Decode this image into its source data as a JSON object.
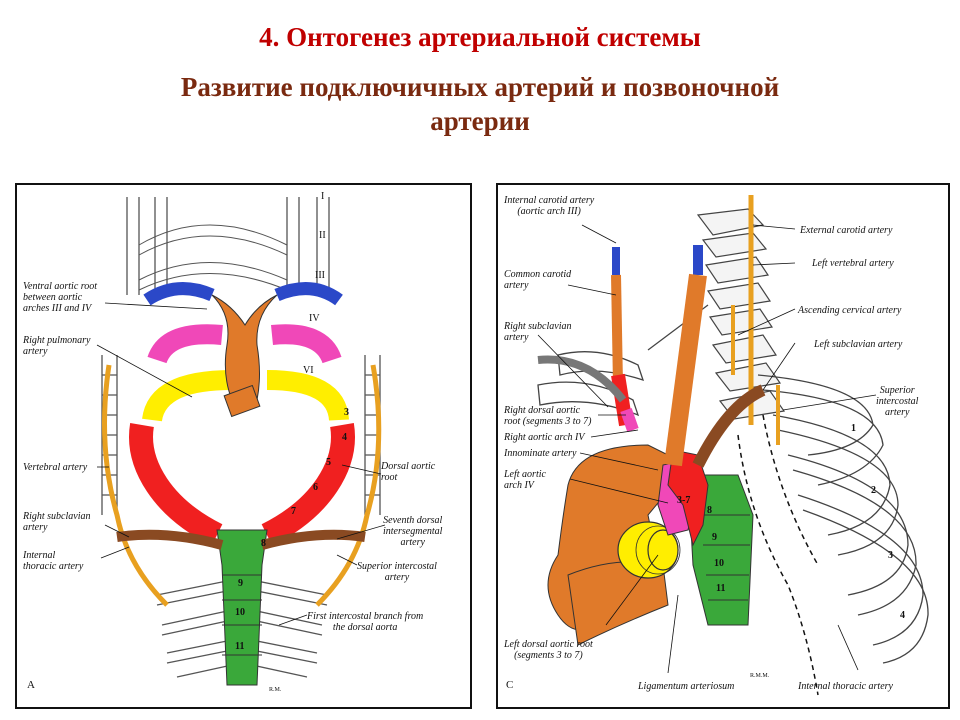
{
  "title": "4. Онтогенез артериальной системы",
  "subtitle": "Развитие подключичных артерий и позвоночной артерии",
  "panel_a": {
    "letter": "A",
    "signature": "R.M.",
    "arch_numerals": [
      "I",
      "II",
      "III",
      "IV",
      "VI"
    ],
    "segment_numbers": [
      "3",
      "4",
      "5",
      "6",
      "7",
      "8",
      "9",
      "10",
      "11"
    ],
    "labels": {
      "ventral_aortic_root": "Ventral aortic root\nbetween aortic\narches III and IV",
      "right_pulmonary_artery": "Right pulmonary\nartery",
      "vertebral_artery": "Vertebral artery",
      "right_subclavian_artery": "Right subclavian\nartery",
      "internal_thoracic_artery": "Internal\nthoracic artery",
      "dorsal_aortic_root": "Dorsal aortic\nroot",
      "seventh_dorsal_intersegmental_artery": "Seventh dorsal\nintersegmental\nartery",
      "superior_intercostal_artery": "Superior intercostal\nartery",
      "first_intercostal_branch": "First intercostal branch from\nthe dorsal aorta"
    }
  },
  "panel_c": {
    "letter": "C",
    "signature": "R.M.M.",
    "segment_numbers": [
      "3-7",
      "8",
      "9",
      "10",
      "11"
    ],
    "rib_numbers": [
      "1",
      "2",
      "3",
      "4"
    ],
    "labels": {
      "internal_carotid_artery": "Internal carotid artery\n(aortic arch III)",
      "common_carotid_artery": "Common carotid\nartery",
      "right_subclavian_artery": "Right subclavian\nartery",
      "right_dorsal_aortic_root": "Right dorsal aortic\nroot (segments 3 to 7)",
      "right_aortic_arch_iv": "Right aortic arch IV",
      "innominate_artery": "Innominate artery",
      "left_aortic_arch_iv": "Left aortic\narch IV",
      "left_dorsal_aortic_root": "Left dorsal aortic root\n(segments 3 to 7)",
      "ligamentum_arteriosum": "Ligamentum arteriosum",
      "internal_thoracic_artery": "Internal thoracic artery",
      "external_carotid_artery": "External carotid artery",
      "left_vertebral_artery": "Left vertebral artery",
      "ascending_cervical_artery": "Ascending cervical artery",
      "left_subclavian_artery": "Left subclavian artery",
      "superior_intercostal_artery": "Superior\nintercostal\nartery"
    }
  },
  "colors": {
    "title": "#c00000",
    "subtitle": "#7a2a10",
    "arch_iii_blue": "#2b48c8",
    "arch_iv_pink": "#f048b8",
    "arch_vi_yellow": "#ffee00",
    "aortic_sac_orange": "#e07a2a",
    "dorsal_root_red": "#f02020",
    "dorsal_aorta_green": "#3aa83a",
    "subclavian_brown": "#8a4a22",
    "vertebral_gold": "#e8a020"
  }
}
